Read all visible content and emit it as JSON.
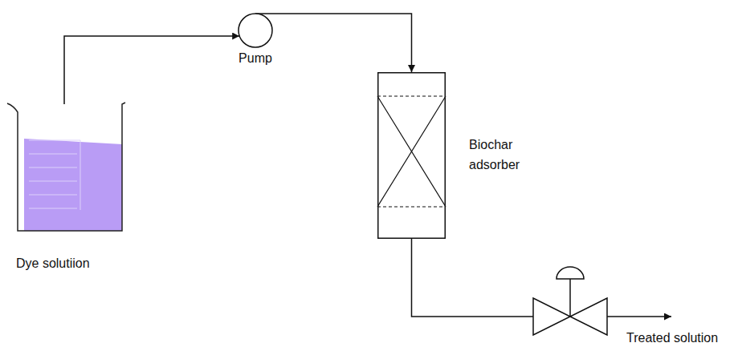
{
  "diagram": {
    "nodes": [
      {
        "text": [
          "Dye solutiion"
        ]
      },
      {
        "text": [
          "Pump"
        ]
      },
      {
        "text": [
          "Biochar adsorber"
        ]
      },
      {
        "text": [
          "Treated solution"
        ]
      }
    ],
    "edges": [
      {
        "from": 0,
        "to": 1,
        "arrow": "to"
      },
      {
        "from": 1,
        "to": 2,
        "arrow": "to"
      },
      {
        "from": 2,
        "to": 3,
        "arrow": "none"
      }
    ]
  }
}
